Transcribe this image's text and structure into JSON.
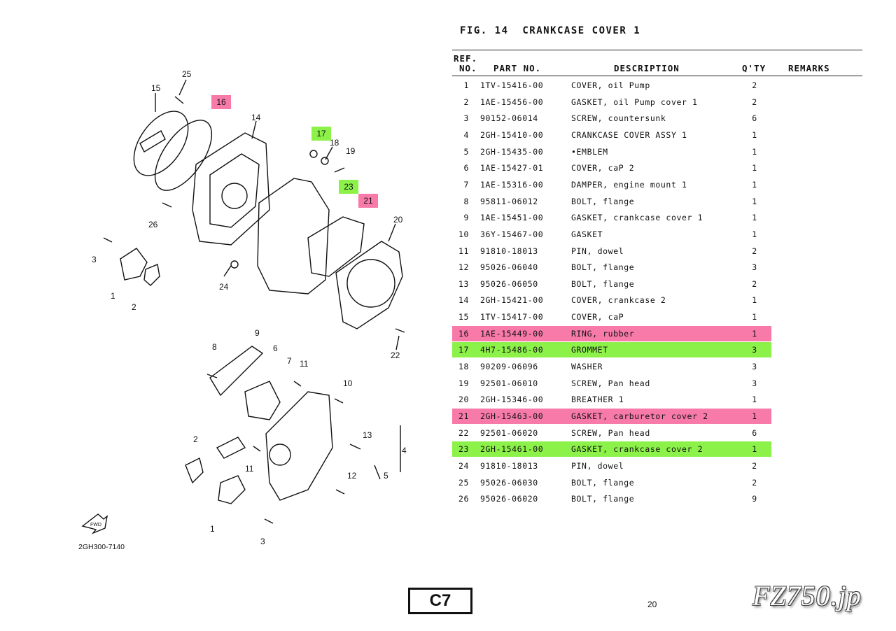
{
  "figure": {
    "title": "FIG. 14  CRANKCASE COVER 1"
  },
  "columns": {
    "ref_line1": "REF.",
    "ref_line2": "NO.",
    "part_no": "PART NO.",
    "description": "DESCRIPTION",
    "qty": "Q'TY",
    "remarks": "REMARKS"
  },
  "parts": [
    {
      "ref": "1",
      "part": "1TV-15416-00",
      "desc": "COVER, oil Pump",
      "qty": "2",
      "highlight": ""
    },
    {
      "ref": "2",
      "part": "1AE-15456-00",
      "desc": "GASKET, oil Pump cover 1",
      "qty": "2",
      "highlight": ""
    },
    {
      "ref": "3",
      "part": "90152-06014",
      "desc": "SCREW, countersunk",
      "qty": "6",
      "highlight": ""
    },
    {
      "ref": "4",
      "part": "2GH-15410-00",
      "desc": "CRANKCASE COVER ASSY 1",
      "qty": "1",
      "highlight": ""
    },
    {
      "ref": "5",
      "part": "2GH-15435-00",
      "desc": "•EMBLEM",
      "qty": "1",
      "highlight": ""
    },
    {
      "ref": "6",
      "part": "1AE-15427-01",
      "desc": "COVER, caP 2",
      "qty": "1",
      "highlight": ""
    },
    {
      "ref": "7",
      "part": "1AE-15316-00",
      "desc": "DAMPER, engine mount 1",
      "qty": "1",
      "highlight": ""
    },
    {
      "ref": "8",
      "part": "95811-06012",
      "desc": "BOLT, flange",
      "qty": "1",
      "highlight": ""
    },
    {
      "ref": "9",
      "part": "1AE-15451-00",
      "desc": "GASKET, crankcase cover 1",
      "qty": "1",
      "highlight": ""
    },
    {
      "ref": "10",
      "part": "36Y-15467-00",
      "desc": "GASKET",
      "qty": "1",
      "highlight": ""
    },
    {
      "ref": "11",
      "part": "91810-18013",
      "desc": "PIN, dowel",
      "qty": "2",
      "highlight": ""
    },
    {
      "ref": "12",
      "part": "95026-06040",
      "desc": "BOLT, flange",
      "qty": "3",
      "highlight": ""
    },
    {
      "ref": "13",
      "part": "95026-06050",
      "desc": "BOLT, flange",
      "qty": "2",
      "highlight": ""
    },
    {
      "ref": "14",
      "part": "2GH-15421-00",
      "desc": "COVER, crankcase 2",
      "qty": "1",
      "highlight": ""
    },
    {
      "ref": "15",
      "part": "1TV-15417-00",
      "desc": "COVER, caP",
      "qty": "1",
      "highlight": ""
    },
    {
      "ref": "16",
      "part": "1AE-15449-00",
      "desc": "RING, rubber",
      "qty": "1",
      "highlight": "pink"
    },
    {
      "ref": "17",
      "part": "4H7-15486-00",
      "desc": "GROMMET",
      "qty": "3",
      "highlight": "green"
    },
    {
      "ref": "18",
      "part": "90209-06096",
      "desc": "WASHER",
      "qty": "3",
      "highlight": ""
    },
    {
      "ref": "19",
      "part": "92501-06010",
      "desc": "SCREW, Pan head",
      "qty": "3",
      "highlight": ""
    },
    {
      "ref": "20",
      "part": "2GH-15346-00",
      "desc": "BREATHER 1",
      "qty": "1",
      "highlight": ""
    },
    {
      "ref": "21",
      "part": "2GH-15463-00",
      "desc": "GASKET, carburetor cover 2",
      "qty": "1",
      "highlight": "pink"
    },
    {
      "ref": "22",
      "part": "92501-06020",
      "desc": "SCREW, Pan head",
      "qty": "6",
      "highlight": ""
    },
    {
      "ref": "23",
      "part": "2GH-15461-00",
      "desc": "GASKET, crankcase cover 2",
      "qty": "1",
      "highlight": "green"
    },
    {
      "ref": "24",
      "part": "91810-18013",
      "desc": "PIN, dowel",
      "qty": "2",
      "highlight": ""
    },
    {
      "ref": "25",
      "part": "95026-06030",
      "desc": "BOLT, flange",
      "qty": "2",
      "highlight": ""
    },
    {
      "ref": "26",
      "part": "95026-06020",
      "desc": "BOLT, flange",
      "qty": "9",
      "highlight": ""
    }
  ],
  "diagram": {
    "code": "2GH300-7140",
    "fwd_label": "FWD",
    "callouts": {
      "c25": "25",
      "c15": "15",
      "c16": "16",
      "c14": "14",
      "c17": "17",
      "c18": "18",
      "c19": "19",
      "c23": "23",
      "c21": "21",
      "c20": "20",
      "c26": "26",
      "c3a": "3",
      "c1a": "1",
      "c2a": "2",
      "c24": "24",
      "c22": "22",
      "c9": "9",
      "c8": "8",
      "c6": "6",
      "c7": "7",
      "c11a": "11",
      "c10": "10",
      "c13": "13",
      "c4": "4",
      "c5": "5",
      "c2b": "2",
      "c11b": "11",
      "c12": "12",
      "c1b": "1",
      "c3b": "3"
    }
  },
  "footer": {
    "section_code": "C7",
    "page_number": "20",
    "watermark": "FZ750.jp"
  },
  "colors": {
    "pink": "#f77aa8",
    "green": "#8cf24a"
  }
}
